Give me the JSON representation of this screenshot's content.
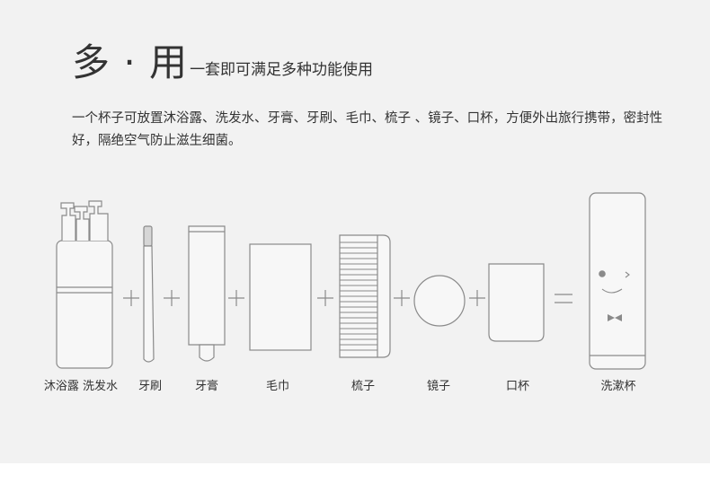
{
  "headline": {
    "title": "多 · 用",
    "subtitle": "一套即可满足多种功能使用"
  },
  "description": "一个杯子可放置沐浴露、洗发水、牙膏、牙刷、毛巾、梳子 、镜子、口杯，方便外出旅行携带，密封性好，隔绝空气防止滋生细菌。",
  "items": [
    {
      "label": "沐浴露 洗发水"
    },
    {
      "label": "牙刷"
    },
    {
      "label": "牙膏"
    },
    {
      "label": "毛巾"
    },
    {
      "label": "梳子"
    },
    {
      "label": "镜子"
    },
    {
      "label": "口杯"
    },
    {
      "label": "洗漱杯"
    }
  ],
  "colors": {
    "panel": "#f2f2f2",
    "line": "#8a8a8a",
    "text": "#333333"
  }
}
